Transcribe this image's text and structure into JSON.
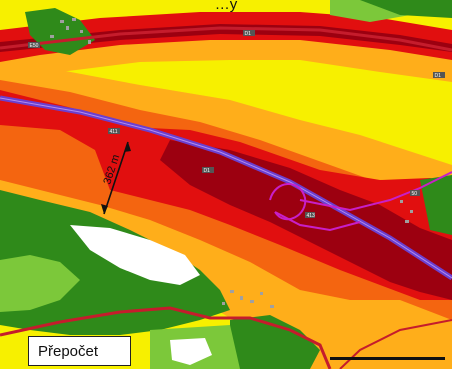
{
  "title": "…y",
  "legend": {
    "label": "Přepočet"
  },
  "measure": {
    "label": "362 m"
  },
  "scale_bar": {
    "label": ""
  },
  "road_shields": [
    "D1",
    "D1",
    "411",
    "D1",
    "E50",
    "50",
    "413"
  ],
  "colors": {
    "forest": "#2f8a1a",
    "meadow": "#7cc83a",
    "noise_low": "#f7f000",
    "noise_medium": "#ffae1a",
    "noise_high": "#f46510",
    "noise_very_high": "#e10f0f",
    "noise_extreme": "#9c0010",
    "highway": "#6b3fcf",
    "road": "#c51c2c"
  }
}
